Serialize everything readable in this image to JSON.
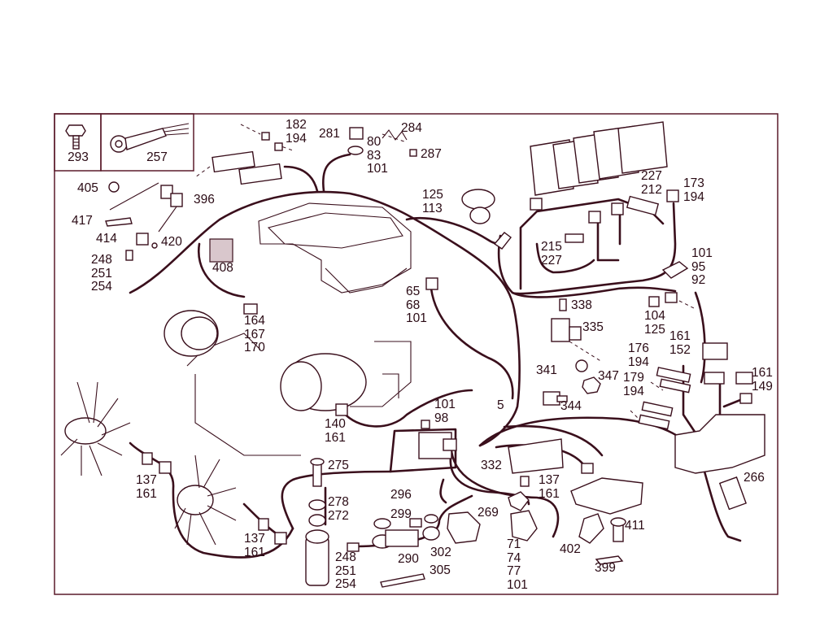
{
  "diagram": {
    "stroke_color": "#3a0f1c",
    "frame_color": "#5a1a2a",
    "background": "#ffffff",
    "inset_parts": [
      {
        "id": "293",
        "icon": "bolt-icon"
      },
      {
        "id": "257",
        "icon": "ring-terminal-icon"
      }
    ],
    "callouts": {
      "c293": "293",
      "c257": "257",
      "c182": "182\n194",
      "c281": "281",
      "c80": "80\n83\n101",
      "c284": "284",
      "c287": "287",
      "c405": "405",
      "c396": "396",
      "c417": "417",
      "c414": "414",
      "c420": "420",
      "c248a": "248\n251\n254",
      "c408": "408",
      "c125": "125\n113",
      "c227a": "227",
      "c212": "212",
      "c173": "173\n194",
      "c215": "215\n227",
      "c101a": "101\n95\n92",
      "c65": "65\n68\n101",
      "c164": "164\n167\n170",
      "c338": "338",
      "c335": "335",
      "c104": "104\n125",
      "c161a": "161\n152",
      "c176": "176\n194",
      "c341": "341",
      "c347": "347",
      "c179": "179\n194",
      "c161b": "161\n149",
      "c344": "344",
      "c101b": "101\n98",
      "c5": "5",
      "c140": "140\n161",
      "c275": "275",
      "c332": "332",
      "c137a": "137\n161",
      "c266": "266",
      "c137b": "137\n161",
      "c296": "296",
      "c278": "278\n272",
      "c299": "299",
      "c269": "269",
      "c411": "411",
      "c137c": "137\n161",
      "c248b": "248\n251\n254",
      "c290": "290",
      "c302": "302",
      "c71": "71\n74\n77\n101",
      "c402": "402",
      "c399": "399",
      "c305": "305"
    }
  }
}
